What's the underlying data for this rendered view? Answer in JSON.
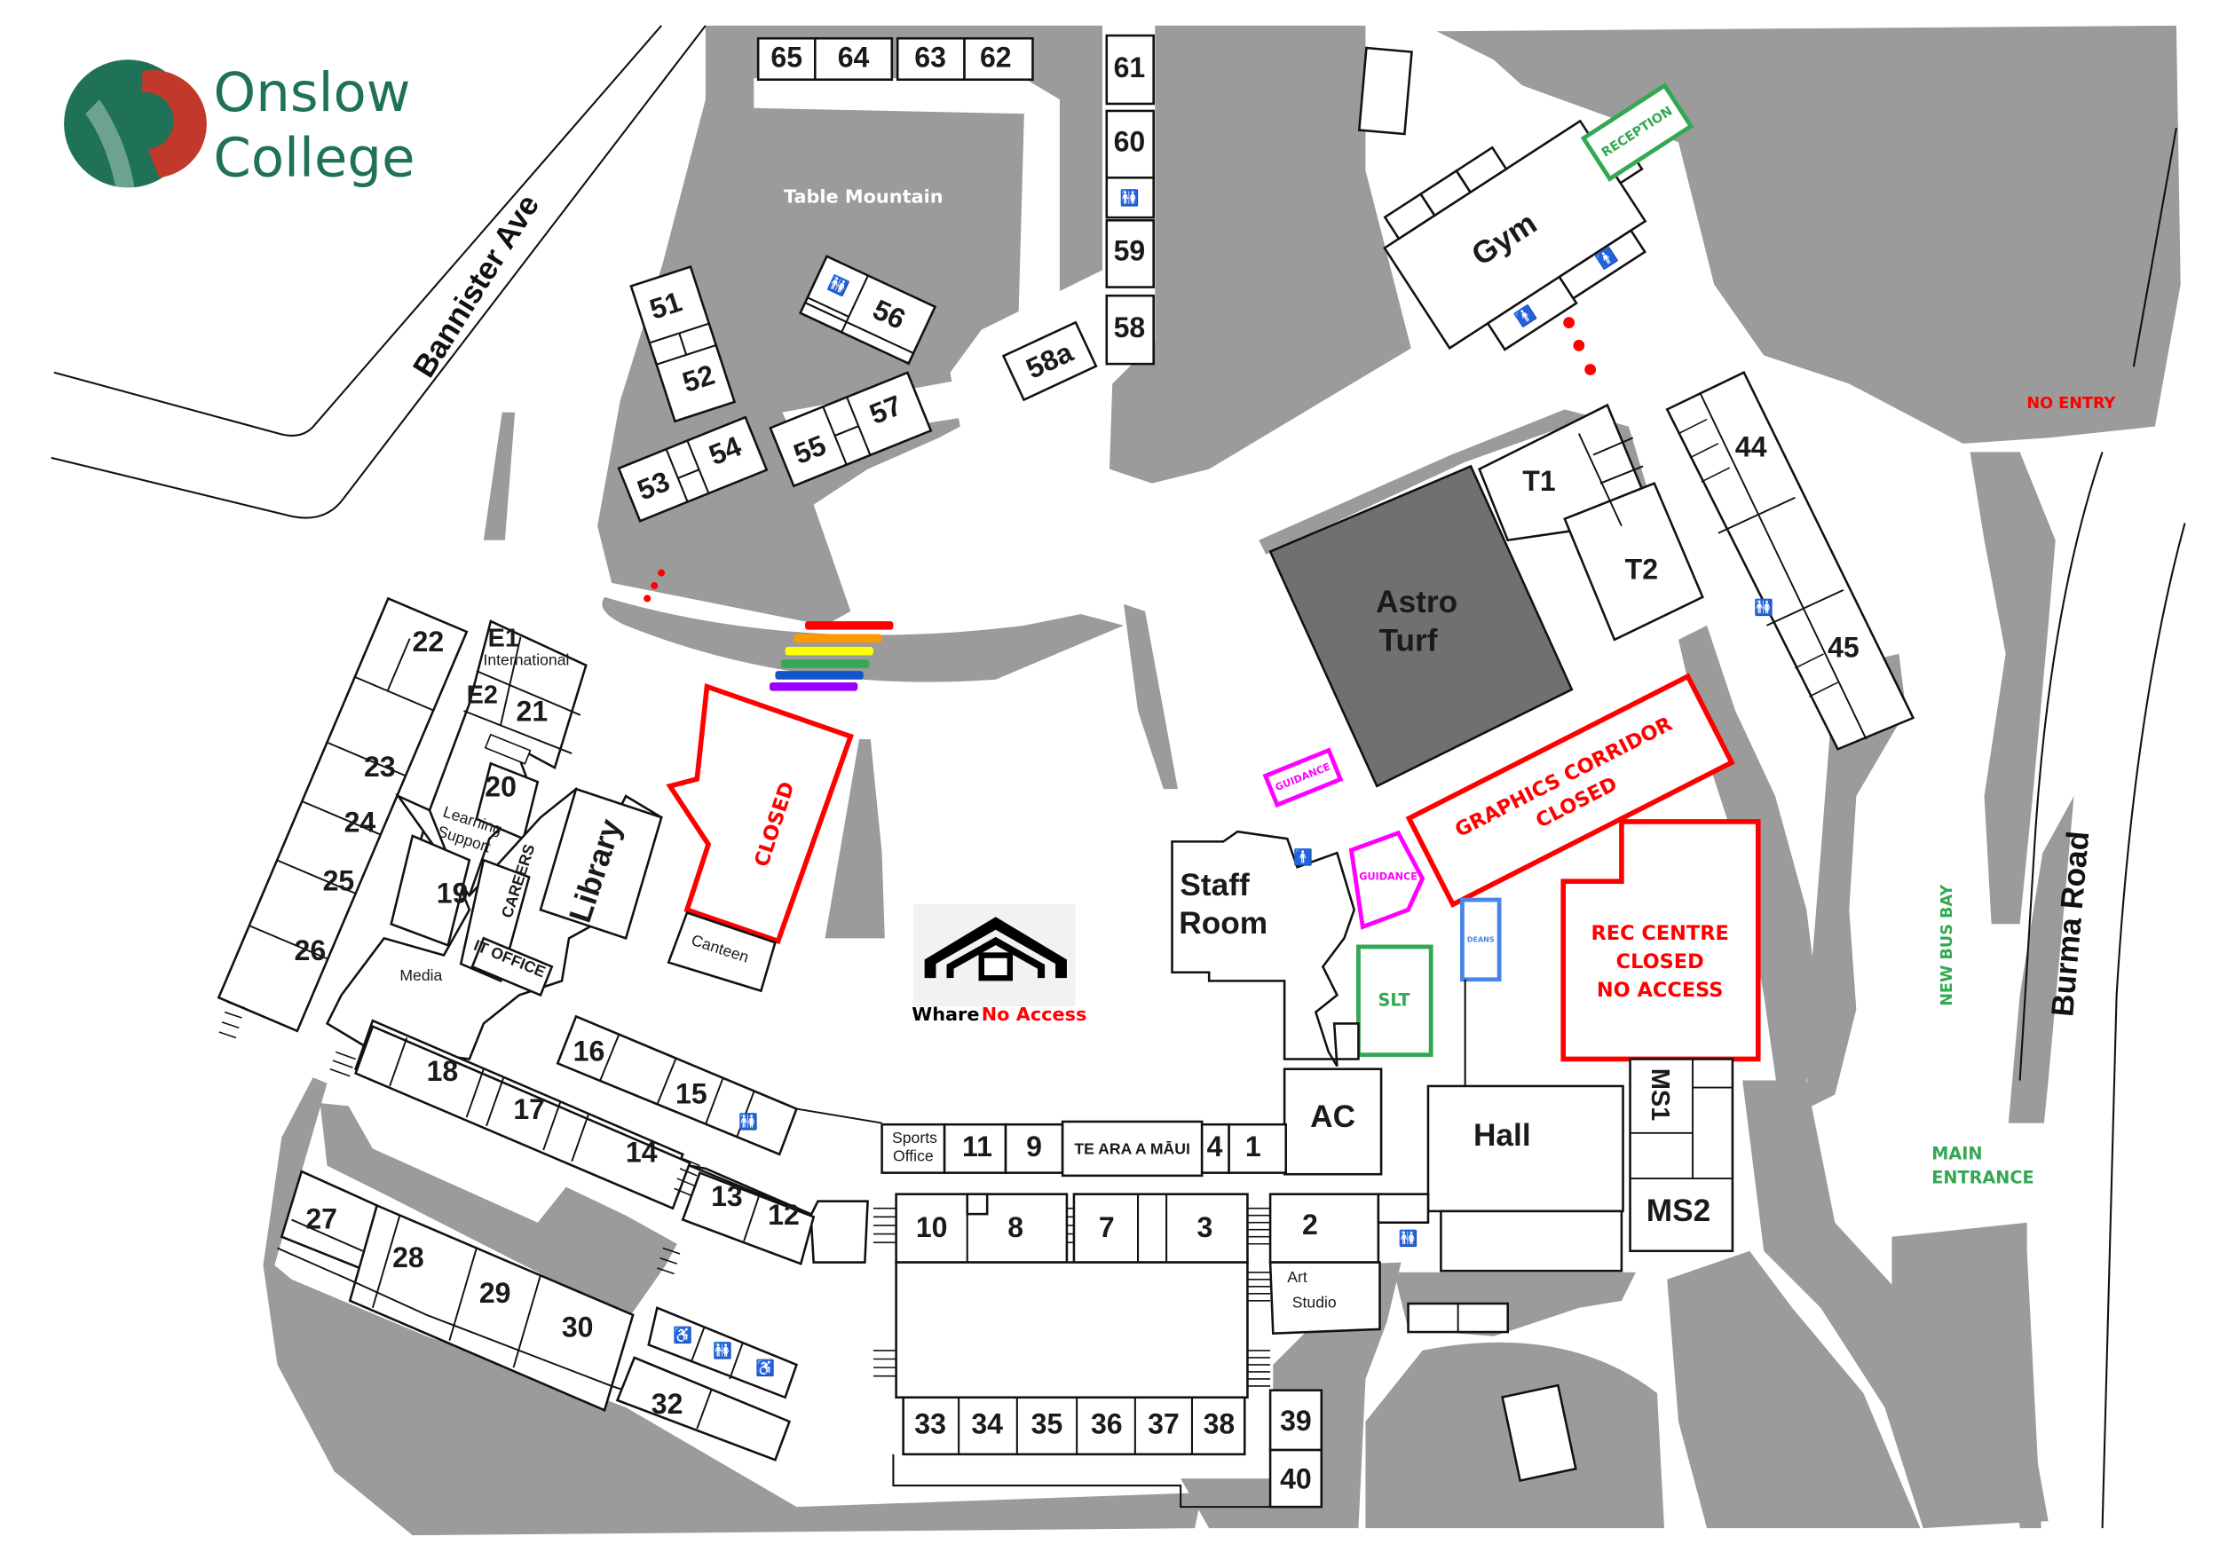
{
  "brand": {
    "name_line1": "Onslow",
    "name_line2": "College",
    "logo_icon": "onslow-college-koru-logo",
    "colors": {
      "green": "#1f7157",
      "red": "#c0392b"
    }
  },
  "map": {
    "colors": {
      "grounds_gray": "#9b9b9b",
      "astro_turf": "#707070",
      "closed_red": "#ff0000",
      "info_green": "#33a852",
      "guidance_magenta": "#ff00ff",
      "deans_blue": "#4a86e8"
    },
    "roads": {
      "bannister": "Bannister Ave",
      "burma": "Burma Road"
    },
    "areas": {
      "table_mountain": "Table Mountain",
      "astro_line1": "Astro",
      "astro_line2": "Turf",
      "gym": "Gym",
      "staff_line1": "Staff",
      "staff_line2": "Room",
      "library": "Library",
      "hall": "Hall",
      "ac": "AC",
      "media": "Media",
      "canteen": "Canteen",
      "careers": "CAREERS",
      "it_office": "IT OFFICE",
      "learning_line1": "Learning",
      "learning_line2": "Support",
      "international": "International",
      "sports_line1": "Sports",
      "sports_line2": "Office",
      "te_ara": "TE ARA A MĀUI",
      "art_line1": "Art",
      "art_line2": "Studio",
      "ms1": "MS1",
      "ms2": "MS2",
      "t1": "T1",
      "t2": "T2",
      "e1": "E1",
      "e2": "E2"
    },
    "rooms": {
      "r65": "65",
      "r64": "64",
      "r63": "63",
      "r62": "62",
      "r61": "61",
      "r60": "60",
      "r59": "59",
      "r58": "58",
      "r58a": "58a",
      "r57": "57",
      "r56": "56",
      "r55": "55",
      "r54": "54",
      "r53": "53",
      "r52": "52",
      "r51": "51",
      "r44": "44",
      "r45": "45",
      "r22": "22",
      "r23": "23",
      "r24": "24",
      "r25": "25",
      "r26": "26",
      "r21": "21",
      "r20": "20",
      "r19": "19",
      "r18": "18",
      "r17": "17",
      "r16": "16",
      "r15": "15",
      "r14": "14",
      "r13": "13",
      "r12": "12",
      "r11": "11",
      "r10": "10",
      "r9": "9",
      "r8": "8",
      "r7": "7",
      "r4": "4",
      "r3": "3",
      "r2": "2",
      "r1": "1",
      "r27": "27",
      "r28": "28",
      "r29": "29",
      "r30": "30",
      "r32": "32",
      "r33": "33",
      "r34": "34",
      "r35": "35",
      "r36": "36",
      "r37": "37",
      "r38": "38",
      "r39": "39",
      "r40": "40"
    },
    "notices": {
      "closed": "CLOSED",
      "graphics_line1": "GRAPHICS CORRIDOR",
      "graphics_line2": "CLOSED",
      "rec_line1": "REC CENTRE",
      "rec_line2": "CLOSED",
      "rec_line3": "NO ACCESS",
      "no_entry": "NO ENTRY",
      "whare_name": "Whare",
      "whare_status": "No Access"
    },
    "info": {
      "reception": "RECEPTION",
      "slt": "SLT",
      "guidance": "GUIDANCE",
      "deans": "DEANS",
      "new_bus_bay": "NEW BUS BAY",
      "main_line1": "MAIN",
      "main_line2": "ENTRANCE"
    }
  }
}
